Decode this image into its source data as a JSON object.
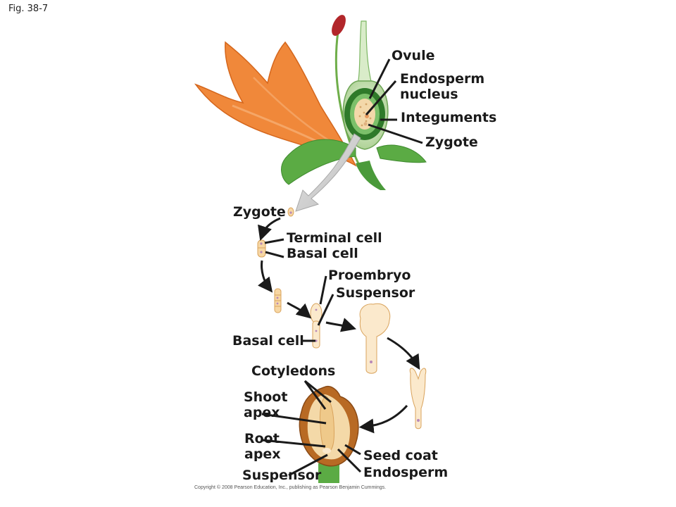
{
  "figure_label": "Fig. 38-7",
  "labels": {
    "ovule": "Ovule",
    "endosperm_nucleus": [
      "Endosperm",
      "nucleus"
    ],
    "integuments": "Integuments",
    "zygote_top": "Zygote",
    "zygote": "Zygote",
    "terminal_cell": "Terminal cell",
    "basal_cell_1": "Basal cell",
    "proembryo": "Proembryo",
    "suspensor_1": "Suspensor",
    "basal_cell_2": "Basal cell",
    "cotyledons": "Cotyledons",
    "shoot_apex": [
      "Shoot",
      "apex"
    ],
    "root_apex": [
      "Root",
      "apex"
    ],
    "seed_coat": "Seed coat",
    "endosperm": "Endosperm",
    "suspensor_2": "Suspensor"
  },
  "copyright": "Copyright © 2008 Pearson Education, Inc., publishing as Pearson Benjamin Cummings.",
  "colors": {
    "petal": "#f0883a",
    "petal_dark": "#d4661c",
    "leaf": "#4a9a3a",
    "ovary": "#c8e2b4",
    "integument": "#2f7a2a",
    "cell_fill": "#f7d7a4",
    "embryo_fill": "#fbe9cc",
    "seed_coat": "#b86a24",
    "arrow": "#1a1a1a"
  }
}
